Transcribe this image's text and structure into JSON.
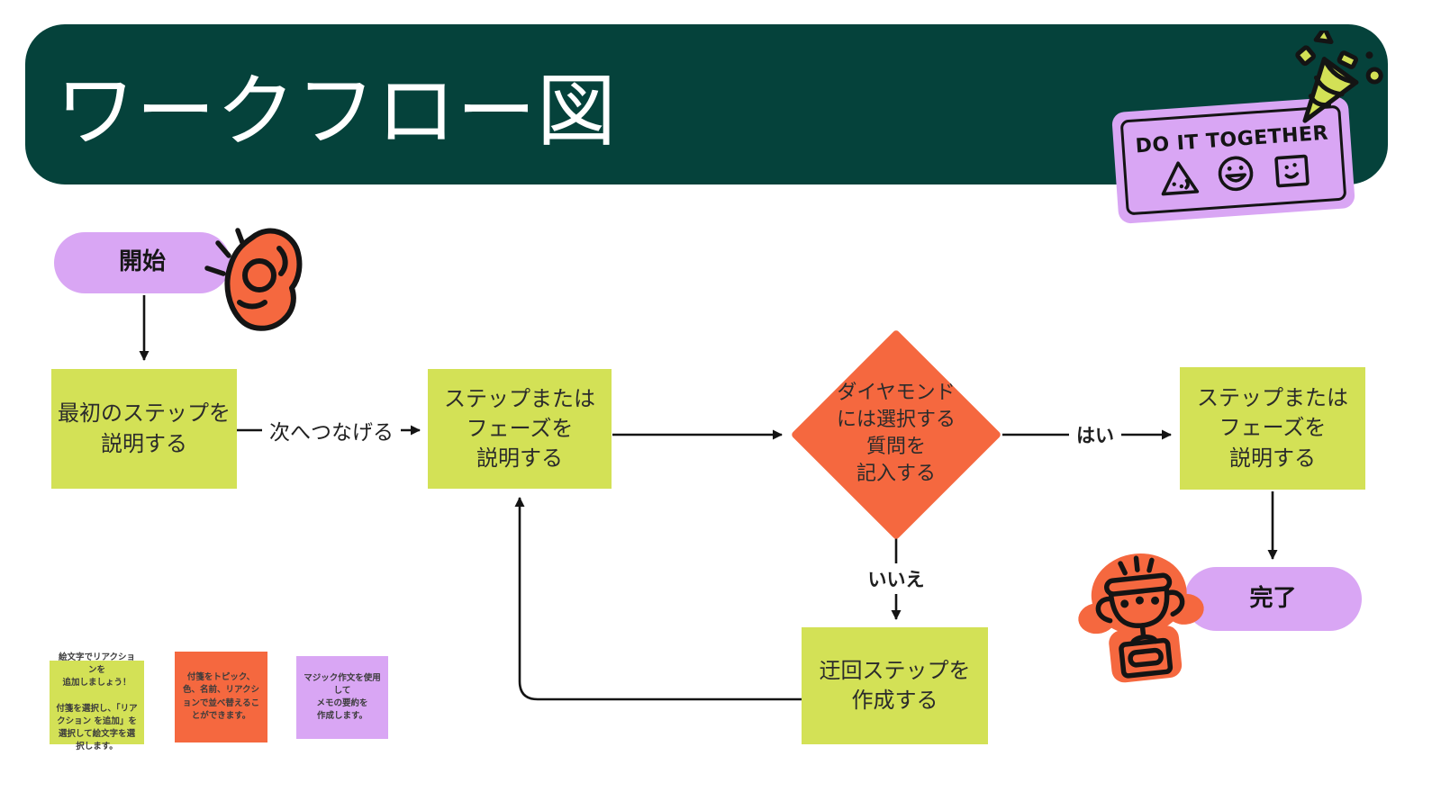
{
  "colors": {
    "green-dark": "#05423B",
    "lime": "#D3E156",
    "orange": "#F5683F",
    "purple": "#D9A6F4",
    "ink": "#141414",
    "text": "#2B2B2B",
    "bg": "#FFFFFF"
  },
  "header": {
    "title": "ワークフロー図"
  },
  "sticker": {
    "label": "DO IT TOGETHER",
    "icons": [
      "triangle-face-icon",
      "smiley-face-icon",
      "square-face-icon"
    ]
  },
  "decorations": {
    "celebrate": "party-popper-icon",
    "start": "snap-fingers-hand-icon",
    "finish": "trophy-icon"
  },
  "flow": {
    "start": "開始",
    "first_step": "最初のステップを\n説明する",
    "connect_label": "次へつなげる",
    "step_phase": "ステップまたは\nフェーズを\n説明する",
    "decision": "ダイヤモンド\nには選択する\n質問を\n記入する",
    "yes": "はい",
    "no": "いいえ",
    "step_phase_2": "ステップまたは\nフェーズを\n説明する",
    "detour": "迂回ステップを\n作成する",
    "end": "完了"
  },
  "notes": [
    {
      "color": "lime",
      "text": "絵文字でリアクションを\n追加しましょう！\n\n付箋を選択し、「リアクション を追加」を選択して絵文字を選択します。"
    },
    {
      "color": "orange",
      "text": "付箋をトピック、色、名前、リアクションで並べ替えることができます。"
    },
    {
      "color": "purple",
      "text": "マジック作文を使用して\nメモの要約を\n作成します。"
    }
  ]
}
